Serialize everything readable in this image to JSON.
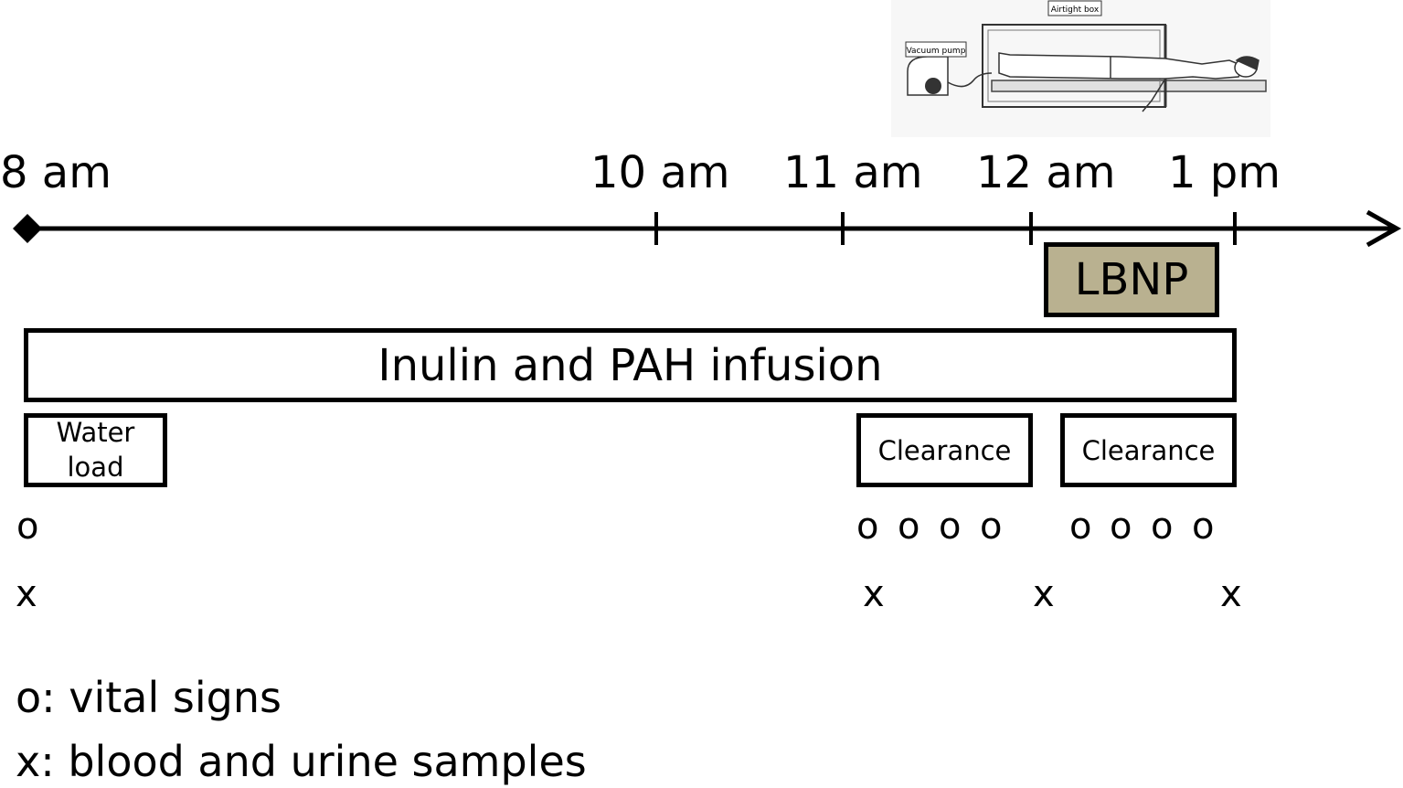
{
  "illustration": {
    "pump_label": "Vacuum pump",
    "box_label": "Airtight box"
  },
  "timeline": {
    "ticks": [
      "8 am",
      "10 am",
      "11 am",
      "12 am",
      "1 pm"
    ]
  },
  "bars": {
    "lbnp": "LBNP",
    "infusion": "Inulin and PAH infusion",
    "water_load": [
      "Water",
      "load"
    ],
    "clearance_1": "Clearance",
    "clearance_2": "Clearance"
  },
  "markers": {
    "vital": "o",
    "sample": "x"
  },
  "legend": {
    "vital": "o: vital signs",
    "samples": "x: blood and urine samples"
  },
  "colors": {
    "lbnp_fill": "#b9b190",
    "line": "#000000"
  }
}
